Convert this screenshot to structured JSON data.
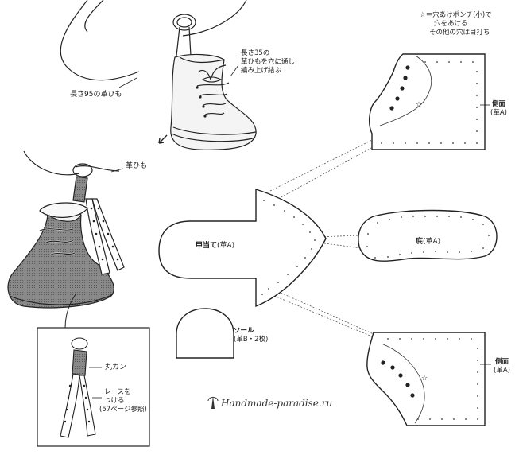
{
  "legend": {
    "line1": "☆＝穴あけポンチ(小)で",
    "line2": "穴をあける",
    "line3": "その他の穴は目打ち"
  },
  "callouts": {
    "strap_length": "長さ95の革ひも",
    "lace_line1": "長さ35の",
    "lace_line2": "革ひもを穴に通し",
    "lace_line3": "編み上げ結ぶ",
    "strap": "革ひも",
    "ring": "丸カン",
    "lace_attach_line1": "レースを",
    "lace_attach_line2": "つける",
    "lace_attach_line3": "(57ページ参照)"
  },
  "parts": {
    "side_top": {
      "name": "側面",
      "material": "(革A)"
    },
    "side_bottom": {
      "name": "側面",
      "material": "(革A)"
    },
    "tongue": {
      "name": "甲当て",
      "material": "(革A)"
    },
    "bottom": {
      "name": "底",
      "material": "(革A)"
    },
    "sole": {
      "name": "ソール",
      "material": "(革B・2枚)"
    }
  },
  "watermark": "Handmade-paradise.ru"
}
